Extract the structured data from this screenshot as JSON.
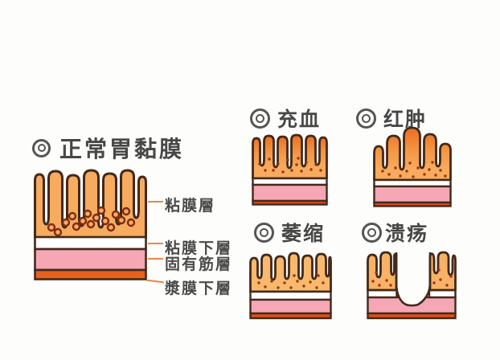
{
  "background_color": "#fdfdfb",
  "palette": {
    "outline": "#42291a",
    "mucosa_fill": "#f7ab5e",
    "mucosa_congested_top": "#ec6c20",
    "gland_ring": "#7c2c12",
    "dot": "#9c3511",
    "submucosa_white": "#ffffff",
    "muscle_pink": "#f5a7b6",
    "serosa_orange": "#e8611d",
    "serosa_thin_orange": "#db4f1c",
    "leader_line": "#e8874a",
    "text": "#474747"
  },
  "main_panel": {
    "bullet_icon": "double-circle",
    "title": "正常胃黏膜",
    "layer_labels": [
      "粘膜層",
      "粘膜下層",
      "固有筋層",
      "漿膜下層"
    ]
  },
  "conditions": [
    {
      "title": "充血"
    },
    {
      "title": "红肿"
    },
    {
      "title": "萎缩"
    },
    {
      "title": "溃疡"
    }
  ]
}
